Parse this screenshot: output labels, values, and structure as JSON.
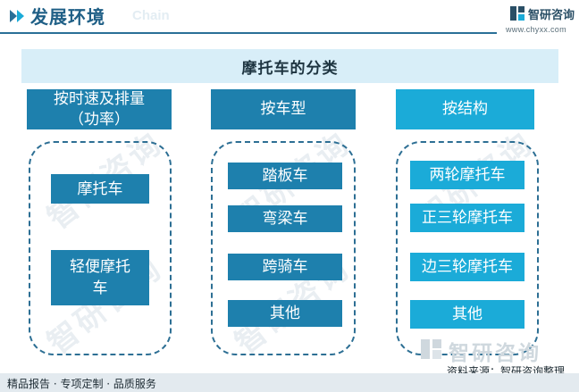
{
  "header": {
    "title": "发展环境",
    "title_en": "Chain",
    "brand": "智研咨询",
    "url": "www.chyxx.com"
  },
  "diagram": {
    "title": "摩托车的分类",
    "categories": [
      {
        "label": "按时速及排量（功率）",
        "line1": "按时速及排量",
        "line2": "（功率）",
        "items": [
          "摩托车",
          "轻便摩托车"
        ]
      },
      {
        "label": "按车型",
        "items": [
          "踏板车",
          "弯梁车",
          "跨骑车",
          "其他"
        ]
      },
      {
        "label": "按结构",
        "items": [
          "两轮摩托车",
          "正三轮摩托车",
          "边三轮摩托车",
          "其他"
        ]
      }
    ],
    "item2_line1": "轻便摩托",
    "item2_line2": "车"
  },
  "footer": {
    "source": "资料来源：智研咨询整理",
    "tagline": "精品报告 · 专项定制 · 品质服务",
    "watermark": "智研咨询"
  },
  "colors": {
    "primary": "#1e80ad",
    "light": "#1babd8",
    "banner": "#d8eef8",
    "line": "#2a6f97"
  }
}
